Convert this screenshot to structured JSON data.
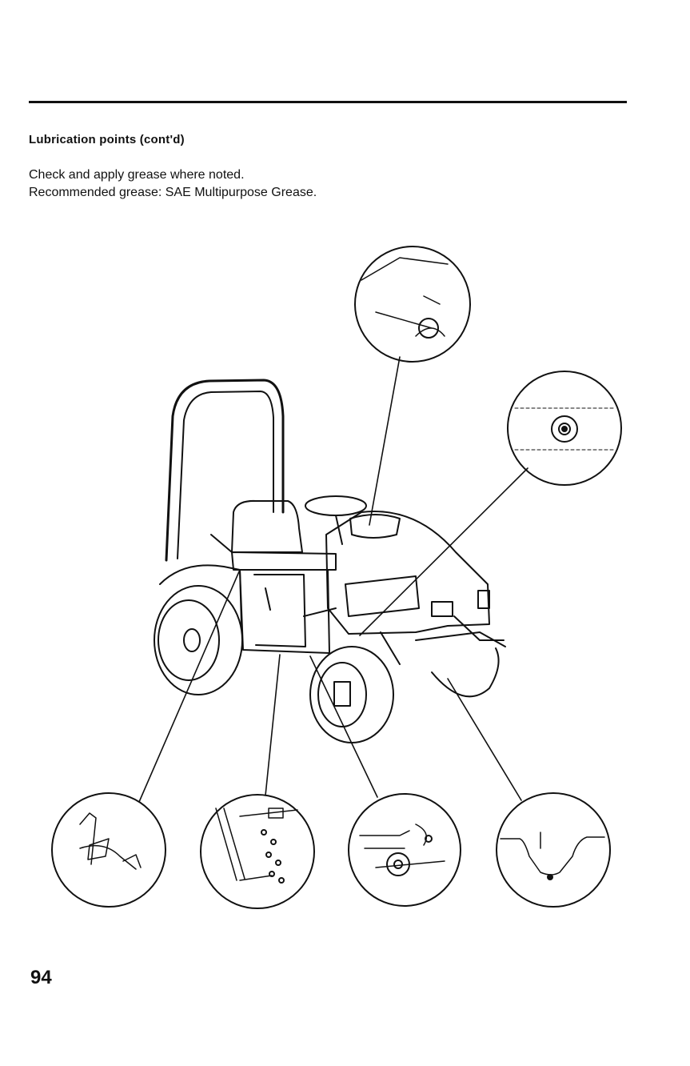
{
  "header": {
    "section_title": "Lubrication points (cont'd)"
  },
  "instructions": {
    "line1": "Check and apply grease where noted.",
    "line2": "Recommended grease: SAE Multipurpose Grease."
  },
  "footer": {
    "page_number": "94"
  }
}
